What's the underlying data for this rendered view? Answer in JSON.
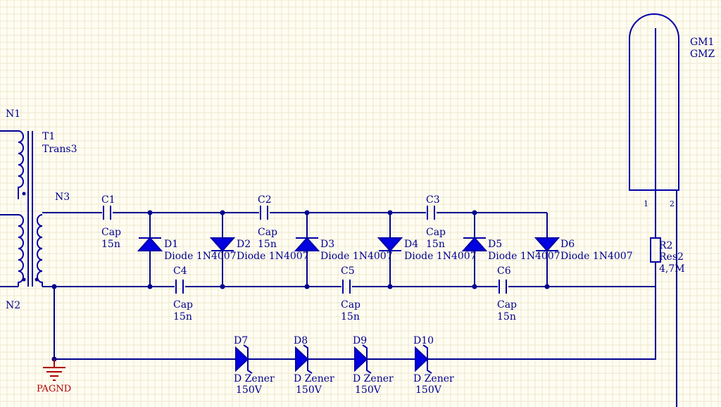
{
  "transformer": {
    "designator": "T1",
    "type": "Trans3",
    "pin_top": "N1",
    "pin_bottom": "N2",
    "pin_out": "N3"
  },
  "capacitors": [
    {
      "designator": "C1",
      "type": "Cap",
      "value": "15n"
    },
    {
      "designator": "C2",
      "type": "Cap",
      "value": "15n"
    },
    {
      "designator": "C3",
      "type": "Cap",
      "value": "15n"
    },
    {
      "designator": "C4",
      "type": "Cap",
      "value": "15n"
    },
    {
      "designator": "C5",
      "type": "Cap",
      "value": "15n"
    },
    {
      "designator": "C6",
      "type": "Cap",
      "value": "15n"
    }
  ],
  "diodes": [
    {
      "designator": "D1",
      "type": "Diode 1N4007"
    },
    {
      "designator": "D2",
      "type": "Diode 1N4007"
    },
    {
      "designator": "D3",
      "type": "Diode 1N4007"
    },
    {
      "designator": "D4",
      "type": "Diode 1N4007"
    },
    {
      "designator": "D5",
      "type": "Diode 1N4007"
    },
    {
      "designator": "D6",
      "type": "Diode 1N4007"
    }
  ],
  "zeners": [
    {
      "designator": "D7",
      "type": "D Zener",
      "value": "150V"
    },
    {
      "designator": "D8",
      "type": "D Zener",
      "value": "150V"
    },
    {
      "designator": "D9",
      "type": "D Zener",
      "value": "150V"
    },
    {
      "designator": "D10",
      "type": "D Zener",
      "value": "150V"
    }
  ],
  "resistor": {
    "designator": "R2",
    "type": "Res2",
    "value": "4,7M"
  },
  "tube": {
    "designator": "GM1",
    "type": "GMZ",
    "pin1": "1",
    "pin2": "2"
  },
  "ground": {
    "label": "PAGND"
  },
  "colors": {
    "wire": "#00008f",
    "component": "#0000a8",
    "diode_fill": "#0000e0",
    "ground": "#b00000",
    "background": "#fffdf2"
  }
}
